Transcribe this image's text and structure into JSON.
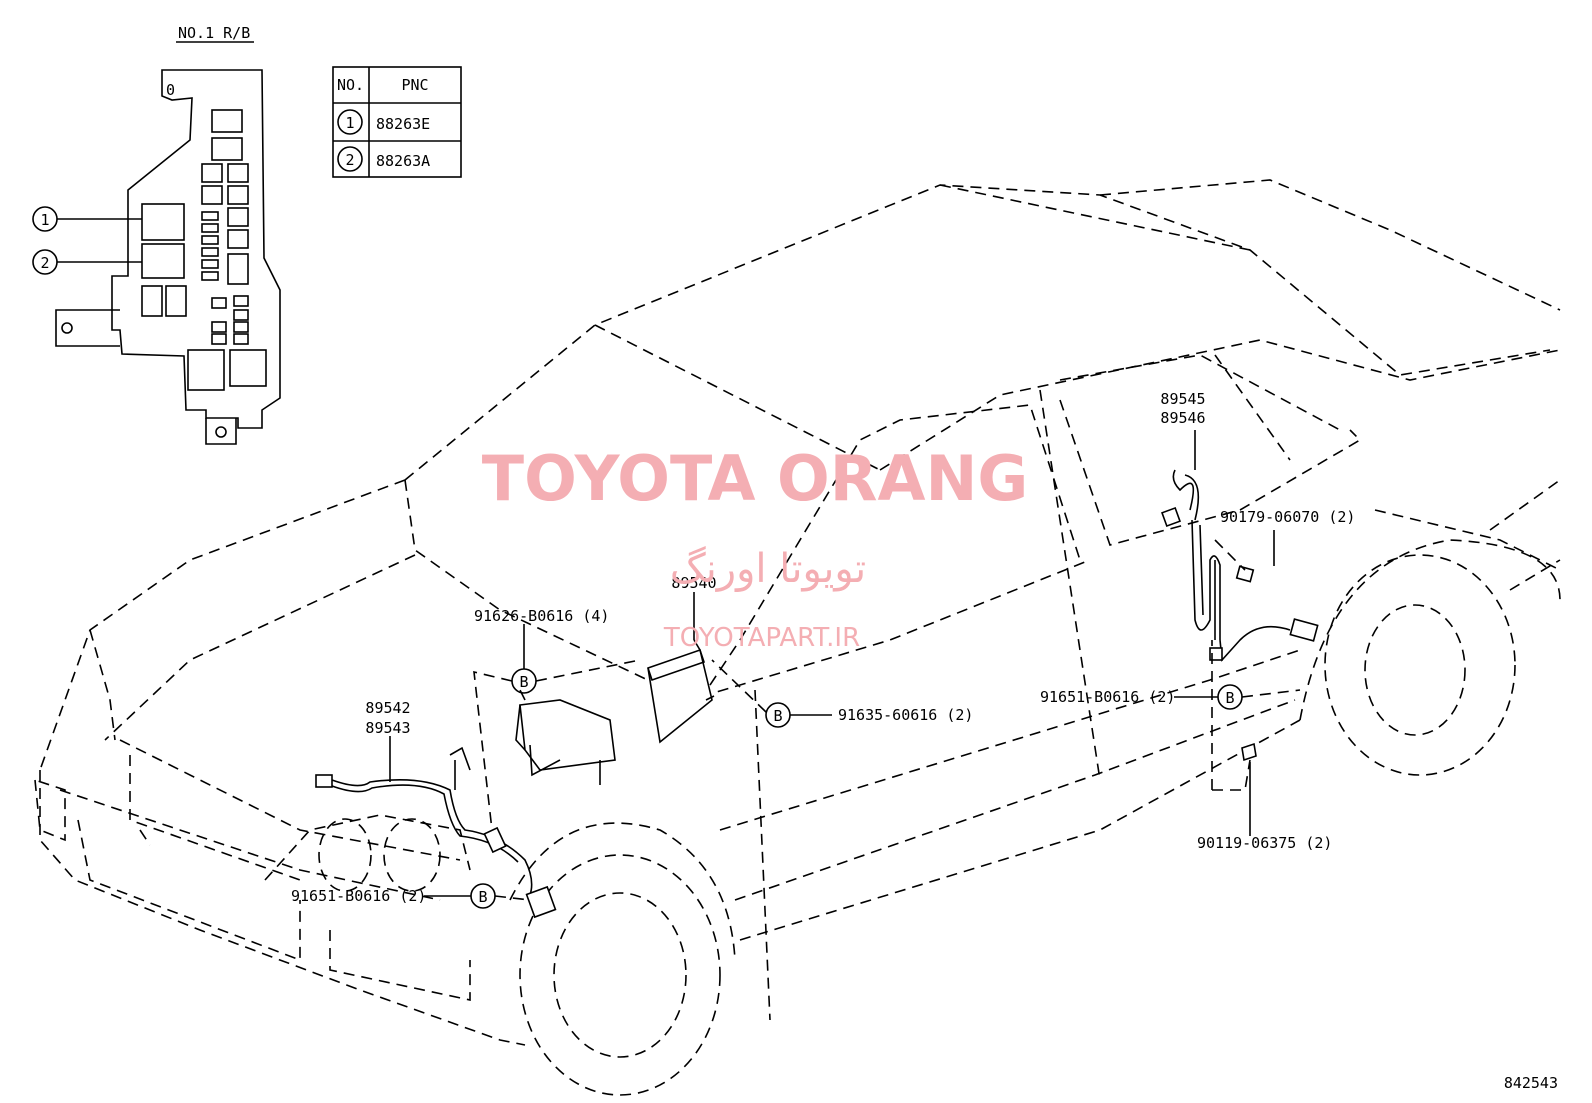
{
  "relay_block": {
    "caption": "NO.1 R/B",
    "callout_1": "1",
    "callout_2": "2"
  },
  "pnc_table": {
    "col_no": "NO.",
    "col_pnc": "PNC",
    "rows": [
      {
        "no": "1",
        "pnc": "88263E"
      },
      {
        "no": "2",
        "pnc": "88263A"
      }
    ]
  },
  "watermark": {
    "title": "TOYOTA ORANG",
    "persian": "تویوتا اورنگ",
    "site": "TOYOTAPART.IR",
    "color": "#f4aeb3"
  },
  "parts": {
    "rear_sensor_a": "89545",
    "rear_sensor_b": "89546",
    "clip_rear": "90179-06070 (2)",
    "computer": "89540",
    "bolt_computer": "91626-B0616 (4)",
    "bolt_bracket": "91635-60616 (2)",
    "bolt_rear": "91651-B0616 (2)",
    "front_sensor_a": "89542",
    "front_sensor_b": "89543",
    "bolt_front": "91651-B0616 (2)",
    "screw_rear": "90119-06375 (2)",
    "bolt_marker": "B"
  },
  "figure_number": "842543"
}
